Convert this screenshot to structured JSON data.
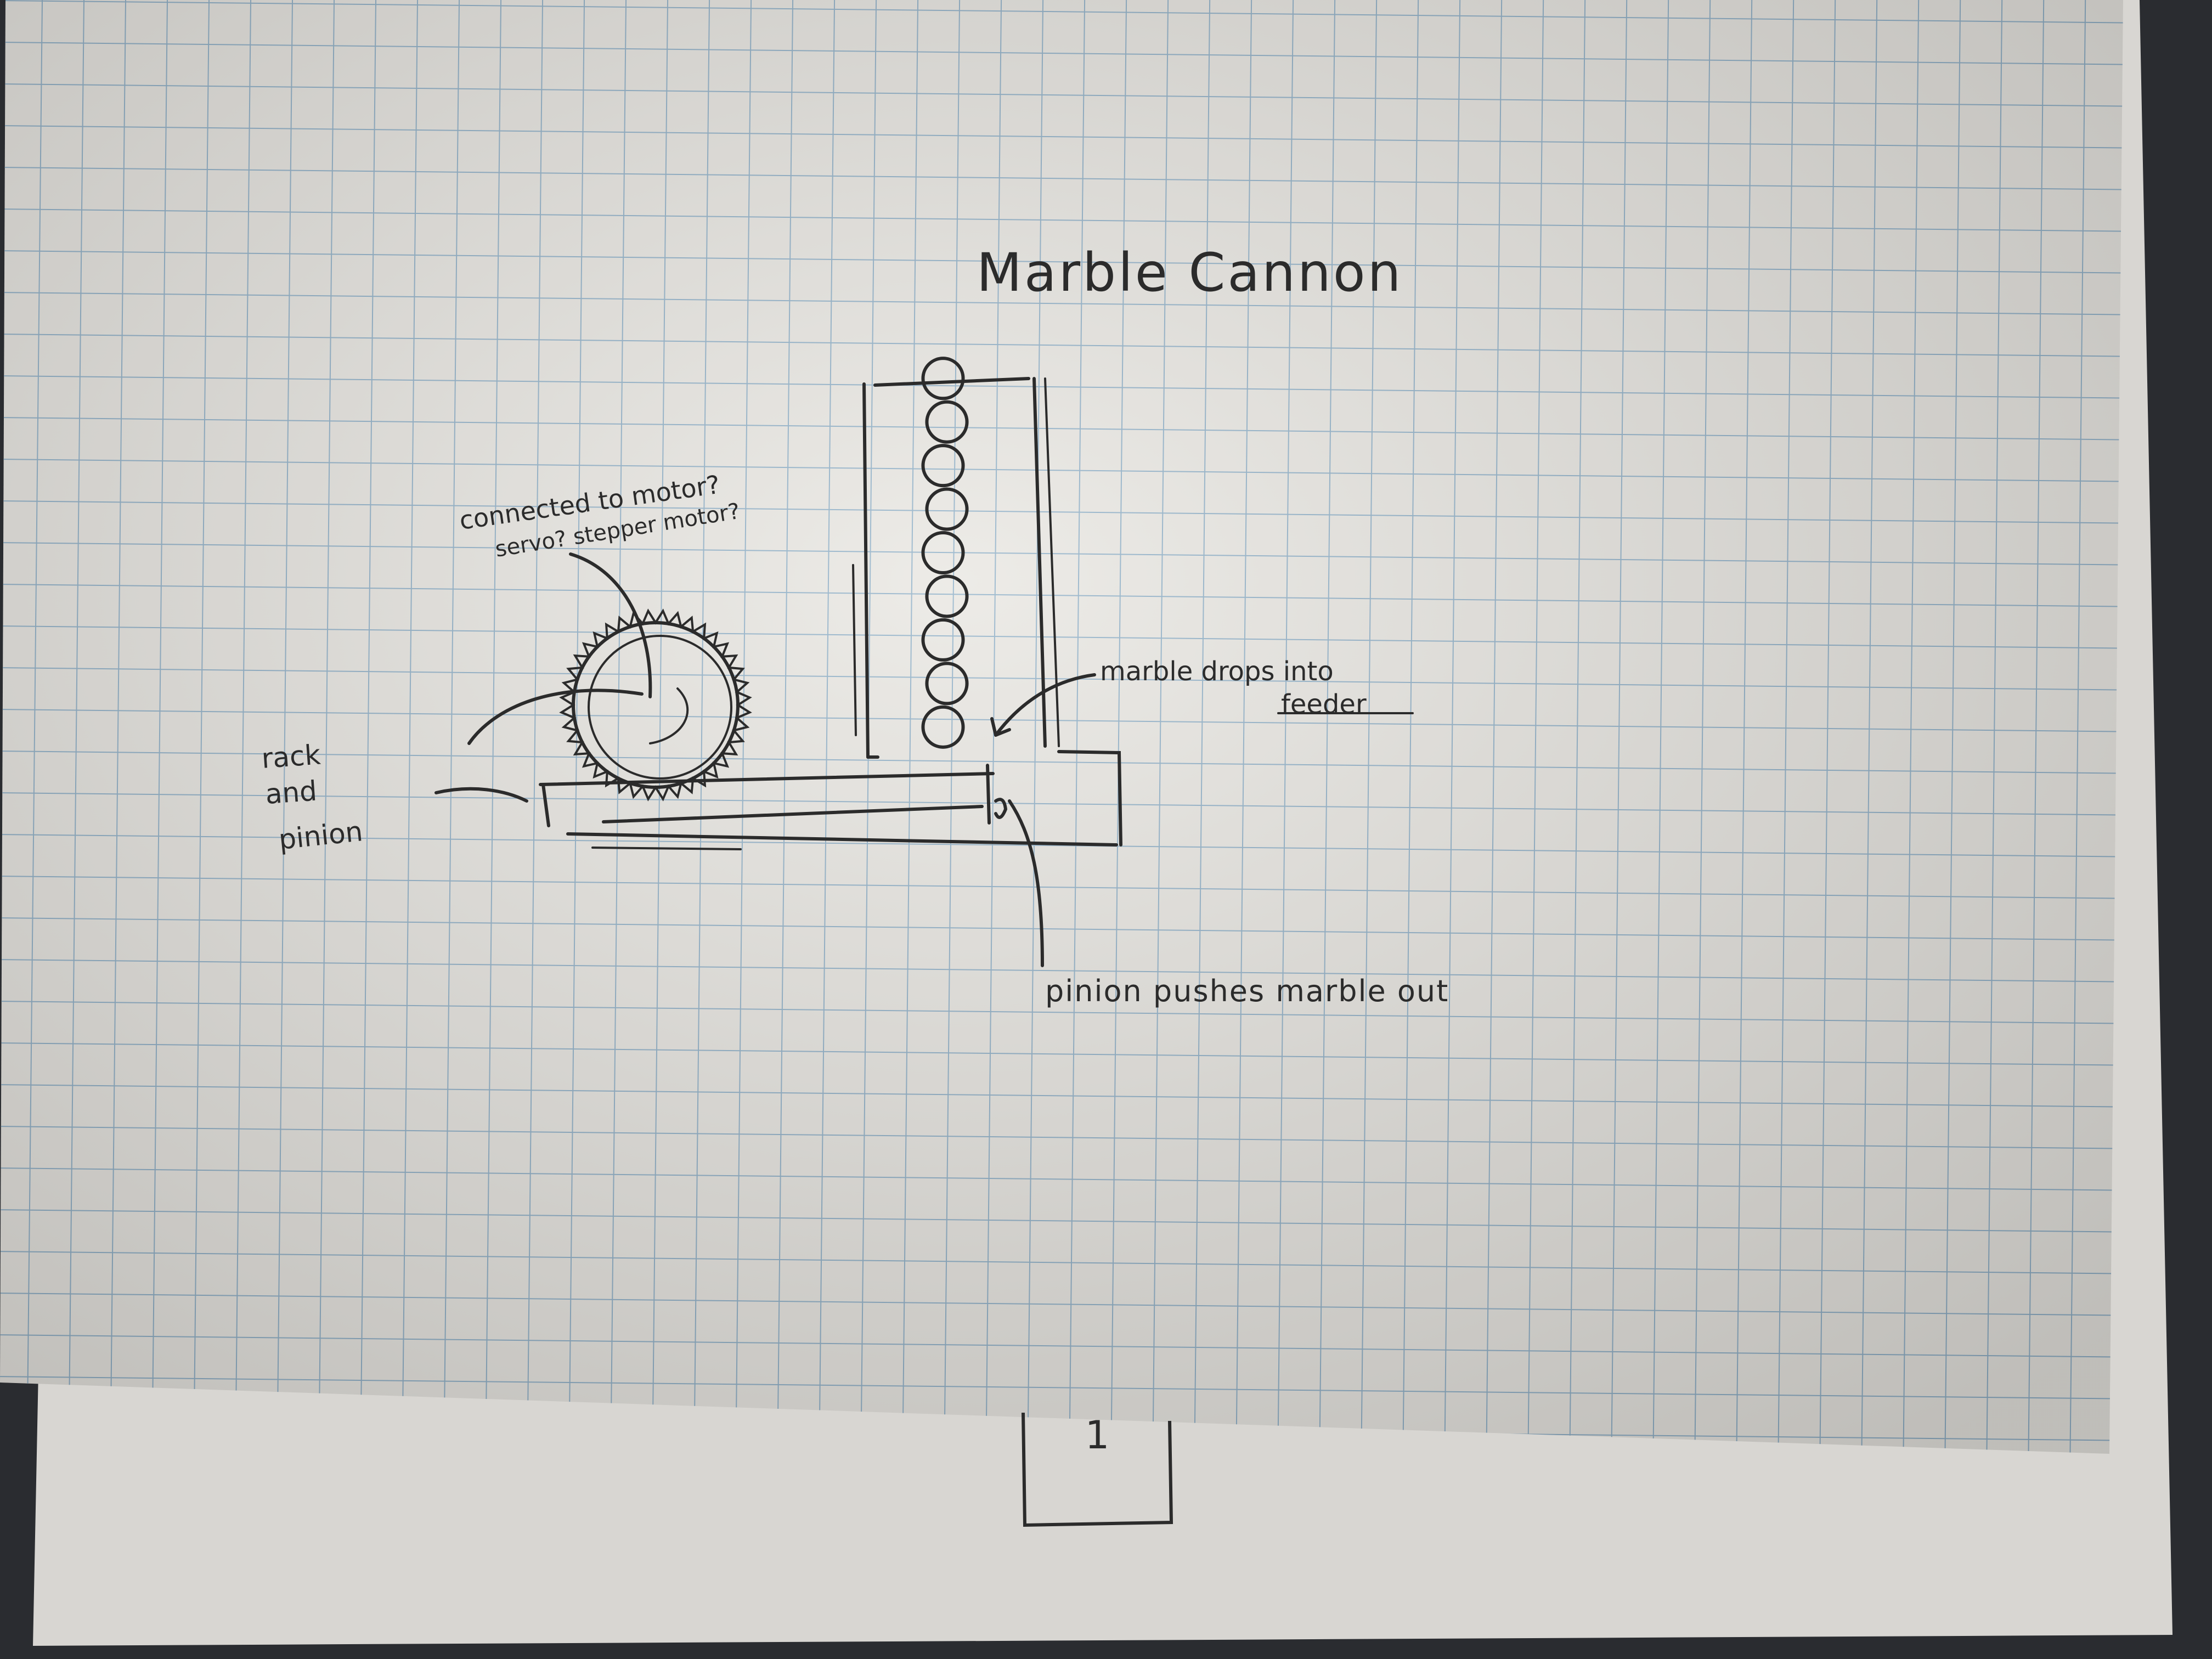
{
  "title": "Marble Cannon",
  "notes": {
    "motor_line1": "connected to motor?",
    "motor_line2": "servo? stepper motor?",
    "marble_drop_line1": "marble drops into",
    "marble_drop_line2": "feeder",
    "rack_line1": "rack",
    "rack_line2": "and",
    "rack_line3": "pinion",
    "pinion_push": "pinion pushes marble out"
  },
  "page_number": "1",
  "colors": {
    "paper": "#e9e7e2",
    "grid": "#8fb0c8",
    "pencil": "#2b2b2b",
    "background": "#2a2c30"
  },
  "marble_count": 9
}
